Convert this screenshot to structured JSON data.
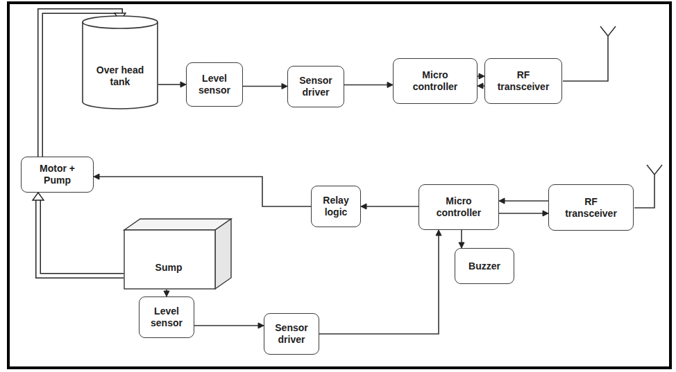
{
  "diagram": {
    "nodes": [
      {
        "text": [
          "Over head tank"
        ]
      },
      {
        "text": [
          "Level sensor"
        ]
      },
      {
        "text": [
          "Sensor driver"
        ]
      },
      {
        "text": [
          "Micro controller"
        ]
      },
      {
        "text": [
          "RF transceiver"
        ]
      },
      {
        "text": [
          "Motor + Pump"
        ]
      },
      {
        "text": [
          "Relay logic"
        ]
      },
      {
        "text": [
          "Micro controller"
        ]
      },
      {
        "text": [
          "RF transceiver"
        ]
      },
      {
        "text": [
          "Sump"
        ]
      },
      {
        "text": [
          "Buzzer"
        ]
      },
      {
        "text": [
          "Level sensor"
        ]
      },
      {
        "text": [
          "Sensor driver"
        ]
      }
    ],
    "edges": [
      {
        "from": 0,
        "to": 1,
        "arrow": "to"
      },
      {
        "from": 1,
        "to": 2,
        "arrow": "to"
      },
      {
        "from": 2,
        "to": 3,
        "arrow": "to"
      },
      {
        "from": 3,
        "to": 4,
        "arrow": "to"
      },
      {
        "from": 4,
        "to": 3,
        "arrow": "to"
      },
      {
        "from": 7,
        "to": 6,
        "arrow": "to"
      },
      {
        "from": 6,
        "to": 5,
        "arrow": "to"
      },
      {
        "from": 8,
        "to": 7,
        "arrow": "to"
      },
      {
        "from": 7,
        "to": 8,
        "arrow": "to"
      },
      {
        "from": 7,
        "to": 10,
        "arrow": "to"
      },
      {
        "from": 12,
        "to": 7,
        "arrow": "to"
      },
      {
        "from": 9,
        "to": 11,
        "arrow": "to"
      },
      {
        "from": 11,
        "to": 12,
        "arrow": "to"
      },
      {
        "from": 9,
        "to": 5,
        "arrow": "to"
      },
      {
        "from": 5,
        "to": 0,
        "arrow": "to"
      }
    ]
  }
}
